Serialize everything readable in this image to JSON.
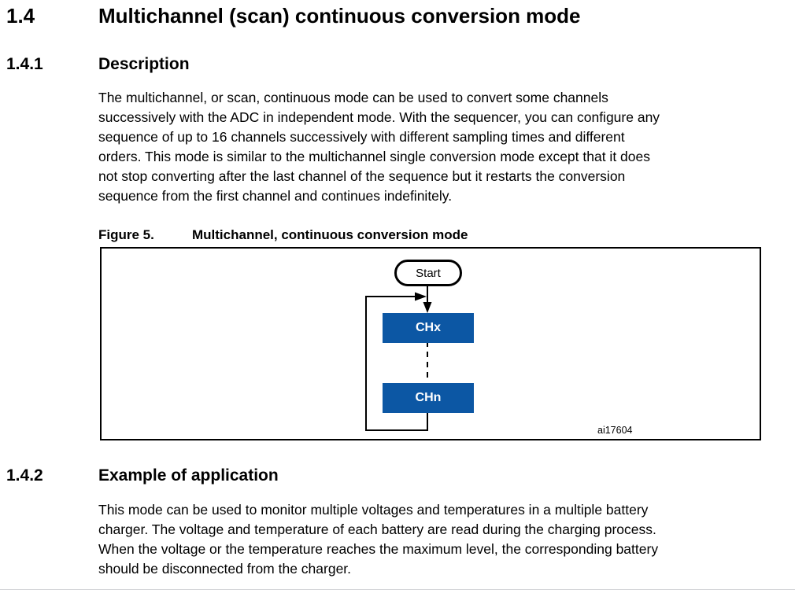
{
  "doc": {
    "section_main": {
      "number": "1.4",
      "title": "Multichannel (scan) continuous conversion mode"
    },
    "section_description": {
      "number": "1.4.1",
      "title": "Description"
    },
    "paragraph_description": "The multichannel, or scan, continuous mode can be used to convert some channels\nsuccessively with the ADC in independent mode. With the sequencer, you can configure any\nsequence of up to 16 channels successively with different sampling times and different\norders. This mode is similar to the multichannel single conversion mode except that it does\nnot stop converting after the last channel of the sequence but it restarts the conversion\nsequence from the first channel and continues indefinitely.",
    "figure": {
      "label": "Figure 5.",
      "caption": "Multichannel, continuous conversion mode",
      "nodes": {
        "start": "Start",
        "first_channel": "CHx",
        "last_channel": "CHn"
      },
      "watermark": "ai17604"
    },
    "section_example": {
      "number": "1.4.2",
      "title": "Example of application"
    },
    "paragraph_example": "This mode can be used to monitor multiple voltages and temperatures in a multiple battery\ncharger. The voltage and temperature of each battery are read during the charging process.\nWhen the voltage or the temperature reaches the maximum level, the corresponding battery\nshould be disconnected from the charger."
  },
  "colors": {
    "channel_box_blue": "#0c57a4",
    "text_black": "#000000",
    "bottom_rule_gray": "#d4d6d9"
  }
}
